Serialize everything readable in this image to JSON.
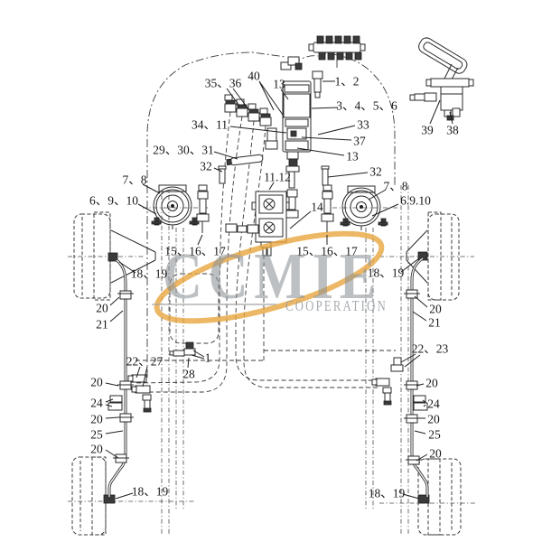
{
  "watermark": {
    "brand": "CCMIE",
    "subtitle": "COOPERATION",
    "swoosh_color": "#E9A63F",
    "brand_color": "#8e9398",
    "subtitle_color": "#979ca1"
  },
  "colors": {
    "line": "#2a2a2a",
    "background": "#ffffff"
  },
  "callouts": [
    {
      "text": "40"
    },
    {
      "text": "35、36"
    },
    {
      "text": "13"
    },
    {
      "text": "1、2"
    },
    {
      "text": "3、4、5、6"
    },
    {
      "text": "33"
    },
    {
      "text": "37"
    },
    {
      "text": "13"
    },
    {
      "text": "34、11"
    },
    {
      "text": "29、30、31"
    },
    {
      "text": "32"
    },
    {
      "text": "11.12"
    },
    {
      "text": "32"
    },
    {
      "text": "39"
    },
    {
      "text": "38"
    },
    {
      "text": "7、8"
    },
    {
      "text": "6、9、10"
    },
    {
      "text": "7、8"
    },
    {
      "text": "6.9.10"
    },
    {
      "text": "14"
    },
    {
      "text": "15、16、17"
    },
    {
      "text": "15、16、17"
    },
    {
      "text": "18、19"
    },
    {
      "text": "18、19"
    },
    {
      "text": "20"
    },
    {
      "text": "21"
    },
    {
      "text": "22、27"
    },
    {
      "text": "1"
    },
    {
      "text": "28"
    },
    {
      "text": "20"
    },
    {
      "text": "24"
    },
    {
      "text": "20"
    },
    {
      "text": "25"
    },
    {
      "text": "20"
    },
    {
      "text": "18、19"
    },
    {
      "text": "20"
    },
    {
      "text": "21"
    },
    {
      "text": "22、23"
    },
    {
      "text": "20"
    },
    {
      "text": "24"
    },
    {
      "text": "20"
    },
    {
      "text": "25"
    },
    {
      "text": "20"
    },
    {
      "text": "18、19"
    }
  ]
}
